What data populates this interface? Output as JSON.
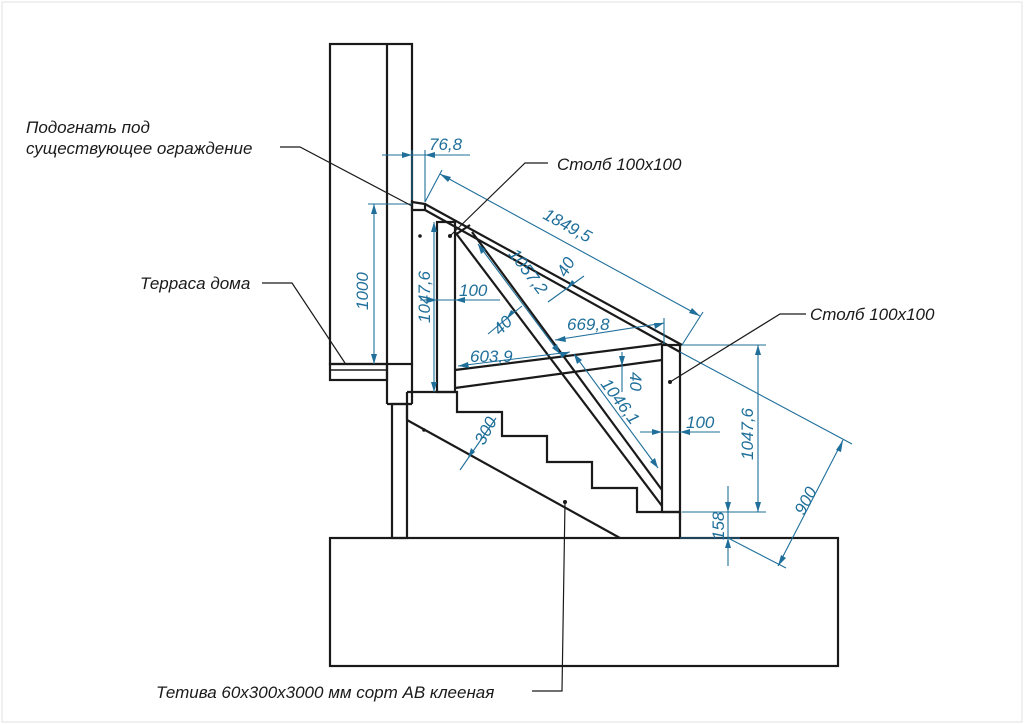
{
  "notes": {
    "fit_railing_1": "Подогнать под",
    "fit_railing_2": "существующее ограждение",
    "post_top": "Столб 100х100",
    "house_terrace": "Терраса дома",
    "post_right": "Столб 100х100",
    "stringer": "Тетива 60х300х3000 мм сорт АВ клееная"
  },
  "dimensions": {
    "d_76_8": "76,8",
    "d_1849_5": "1849,5",
    "d_1000": "1000",
    "d_1047_6_left": "1047,6",
    "d_100_left": "100",
    "d_1057_2": "1057,2",
    "d_40_top": "40",
    "d_40_left": "40",
    "d_603_9": "603,9",
    "d_669_8": "669,8",
    "d_40_right": "40",
    "d_1046_1": "1046,1",
    "d_100_right": "100",
    "d_1047_6_right": "1047,6",
    "d_300": "300",
    "d_158": "158",
    "d_900": "900"
  },
  "colors": {
    "dimension": "#1f6f9a",
    "outline": "#1a1a1a",
    "background": "#ffffff"
  }
}
